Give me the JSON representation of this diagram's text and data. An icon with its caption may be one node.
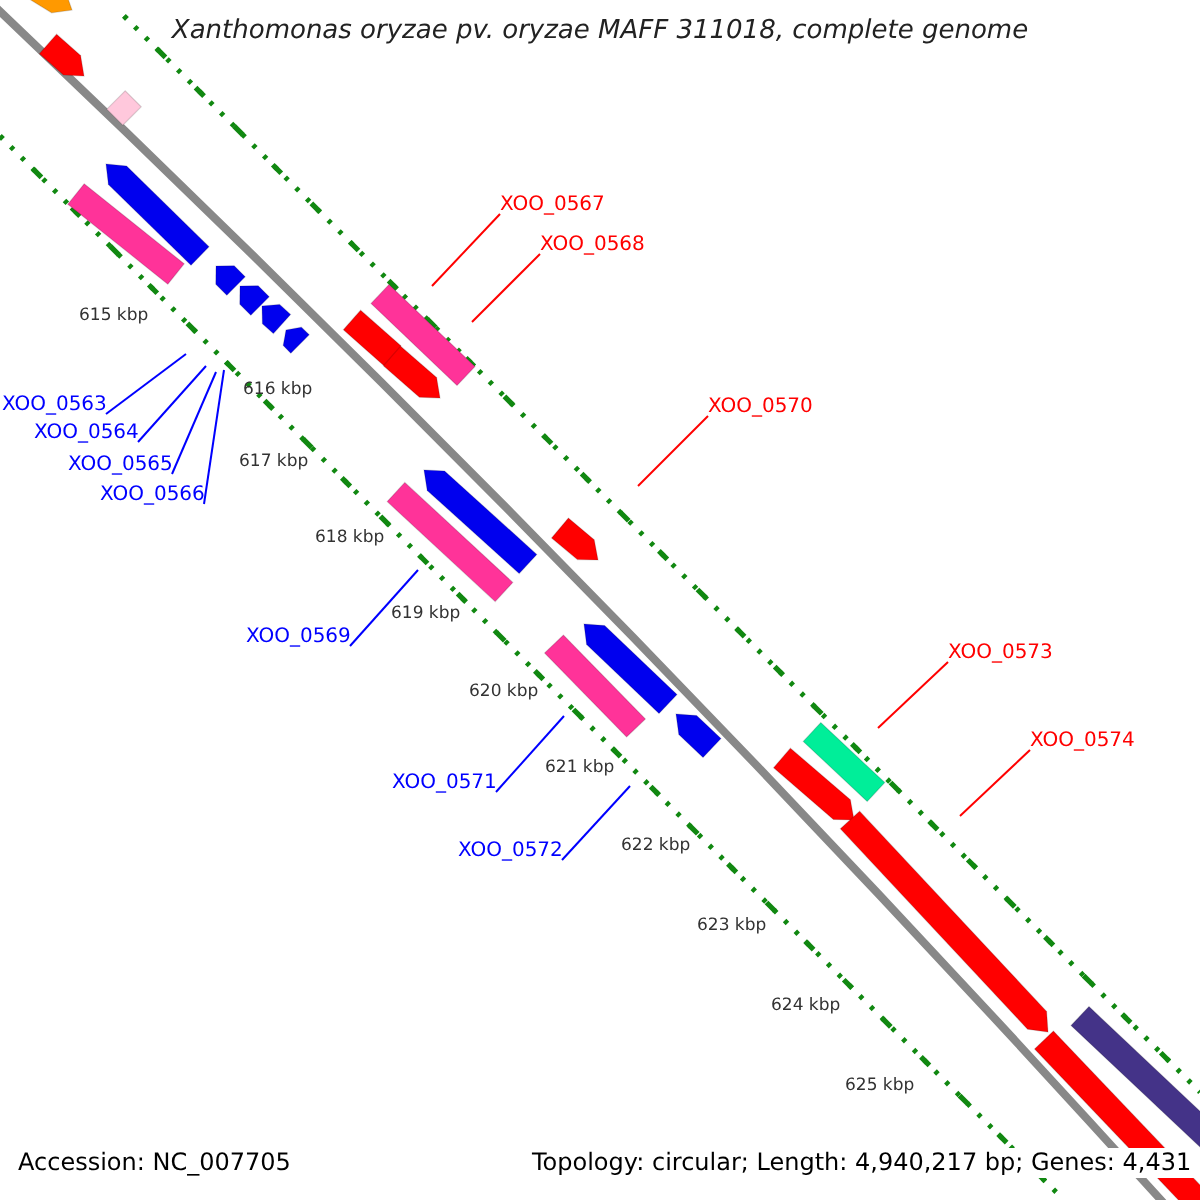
{
  "diagram": {
    "title": "Xanthomonas oryzae pv. oryzae MAFF 311018, complete genome",
    "nodes": [
      {
        "text": [
          "XOO_0563"
        ]
      },
      {
        "text": [
          "XOO_0564"
        ]
      },
      {
        "text": [
          "XOO_0565"
        ]
      },
      {
        "text": [
          "XOO_0566"
        ]
      },
      {
        "text": [
          "XOO_0567"
        ]
      },
      {
        "text": [
          "XOO_0568"
        ]
      },
      {
        "text": [
          "XOO_0570"
        ]
      },
      {
        "text": [
          "XOO_0569"
        ]
      },
      {
        "text": [
          "XOO_0571"
        ]
      },
      {
        "text": [
          "XOO_0572"
        ]
      },
      {
        "text": [
          "XOO_0573"
        ]
      },
      {
        "text": [
          "XOO_0574"
        ]
      }
    ],
    "edges": [
      {
        "from": 0,
        "to": null,
        "arrow": "none",
        "color": "#0000ff"
      },
      {
        "from": 1,
        "to": null,
        "arrow": "none",
        "color": "#0000ff"
      },
      {
        "from": 2,
        "to": null,
        "arrow": "none",
        "color": "#0000ff"
      },
      {
        "from": 3,
        "to": null,
        "arrow": "none",
        "color": "#0000ff"
      },
      {
        "from": 4,
        "to": null,
        "arrow": "none",
        "color": "#ff0000"
      },
      {
        "from": 5,
        "to": null,
        "arrow": "none",
        "color": "#ff0000"
      },
      {
        "from": 6,
        "to": null,
        "arrow": "none",
        "color": "#ff0000"
      },
      {
        "from": 7,
        "to": null,
        "arrow": "none",
        "color": "#0000ff"
      },
      {
        "from": 8,
        "to": null,
        "arrow": "none",
        "color": "#0000ff"
      },
      {
        "from": 9,
        "to": null,
        "arrow": "none",
        "color": "#0000ff"
      },
      {
        "from": 10,
        "to": null,
        "arrow": "none",
        "color": "#ff0000"
      },
      {
        "from": 11,
        "to": null,
        "arrow": "none",
        "color": "#ff0000"
      }
    ],
    "labels": [
      "615 kbp",
      "616 kbp",
      "617 kbp",
      "618 kbp",
      "619 kbp",
      "620 kbp",
      "621 kbp",
      "622 kbp",
      "623 kbp",
      "624 kbp",
      "625 kbp",
      "Accession: NC_007705",
      "Topology: circular; Length: 4,940,217 bp; Genes: 4,431"
    ]
  }
}
